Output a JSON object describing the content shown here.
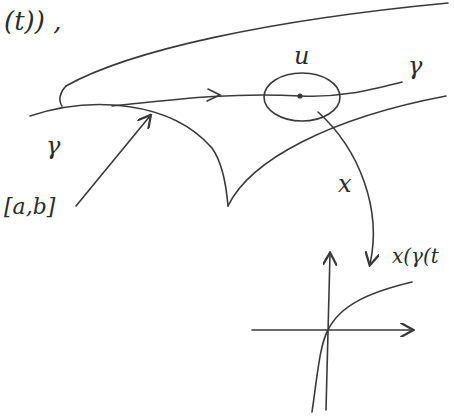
{
  "diagram": {
    "labels": [
      "(t)) ,",
      "u",
      "γ",
      "γ",
      "[a,b]",
      "x",
      "x(γ(t"
    ]
  }
}
